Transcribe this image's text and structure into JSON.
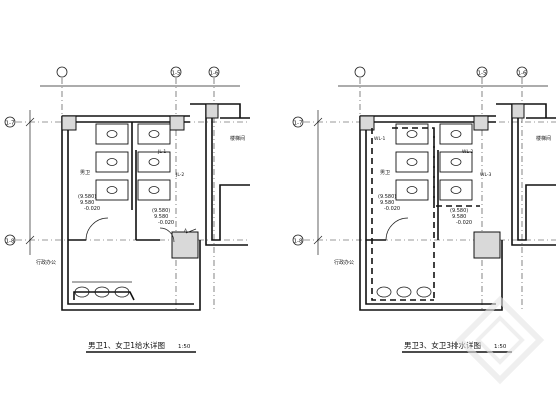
{
  "plans": [
    {
      "title": "男卫1、女卫1给水详图",
      "scale": "1:50",
      "axis_top": [
        "1-5",
        "1-6"
      ],
      "axis_left": [
        "1-7",
        "1-8"
      ],
      "room_men": "男卫",
      "room_office": "行政办公",
      "stair": "楼梯间",
      "elev_main": "(9.580)",
      "elev_sub": "9.580",
      "elev_low": "-0.020",
      "elev_b_main": "(9.580)",
      "elev_b_sub": "9.580",
      "elev_b_low": "-0.020",
      "riser_a": "JL-1",
      "riser_b": "JL-2",
      "mark_a": "A"
    },
    {
      "title": "男卫3、女卫3排水详图",
      "scale": "1:50",
      "axis_top": [
        "1-5",
        "1-6"
      ],
      "axis_left": [
        "1-7",
        "1-8"
      ],
      "room_men": "男卫",
      "room_office": "行政办公",
      "stair": "楼梯间",
      "elev_main": "(9.580)",
      "elev_sub": "9.580",
      "elev_low": "-0.020",
      "elev_b_main": "(9.580)",
      "elev_b_sub": "9.580",
      "elev_b_low": "-0.020",
      "riser_a": "WL-1",
      "riser_b": "WL-2",
      "riser_c": "WL-3"
    }
  ],
  "colors": {
    "line": "#111111",
    "hatch": "#d9d9d9",
    "paper": "#ffffff",
    "watermark": "#e6e6e6"
  }
}
